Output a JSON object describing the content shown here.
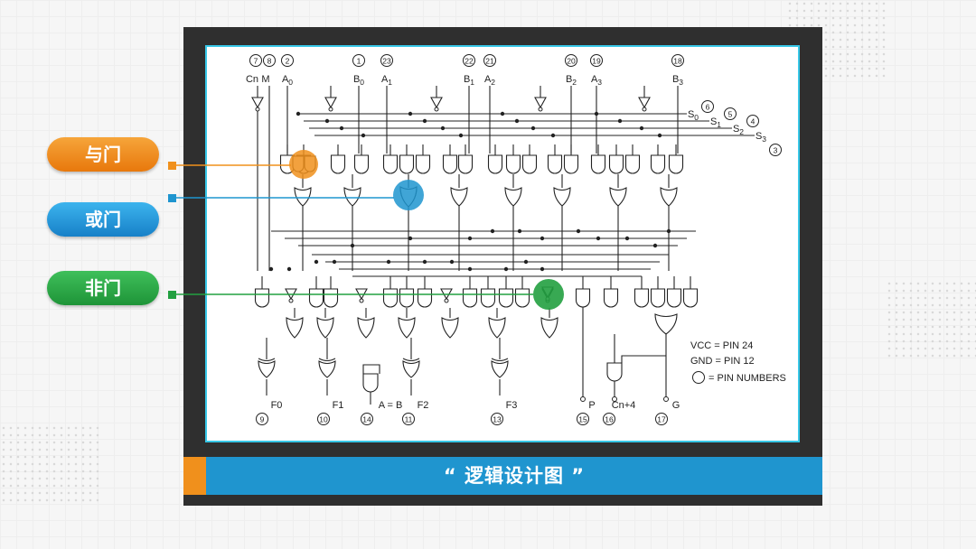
{
  "callouts": {
    "and_label": "与门",
    "or_label": "或门",
    "not_label": "非门"
  },
  "caption": "“ 逻辑设计图 ”",
  "colors": {
    "and": "#f0901c",
    "or": "#1f95cf",
    "not": "#22a040",
    "frame": "#2f2f2f",
    "panel_border": "#38c8e8"
  },
  "diagram": {
    "top_signals": [
      {
        "name": "Cn",
        "pin": "7"
      },
      {
        "name": "M",
        "pin": "8"
      },
      {
        "name": "A0",
        "pin": "2"
      },
      {
        "name": "B0",
        "pin": "1"
      },
      {
        "name": "A1",
        "pin": "23"
      },
      {
        "name": "B1",
        "pin": "22"
      },
      {
        "name": "A2",
        "pin": "21"
      },
      {
        "name": "B2",
        "pin": "20"
      },
      {
        "name": "A3",
        "pin": "19"
      },
      {
        "name": "B3",
        "pin": "18"
      }
    ],
    "select_lines": [
      {
        "name": "S0",
        "pin": "6"
      },
      {
        "name": "S1",
        "pin": "5"
      },
      {
        "name": "S2",
        "pin": "4"
      },
      {
        "name": "S3",
        "pin": "3"
      }
    ],
    "outputs": [
      {
        "name": "F0",
        "pin": "9"
      },
      {
        "name": "F1",
        "pin": "10"
      },
      {
        "name": "A = B",
        "pin": "14"
      },
      {
        "name": "F2",
        "pin": "11"
      },
      {
        "name": "F3",
        "pin": "13"
      },
      {
        "name": "P",
        "pin": "15"
      },
      {
        "name": "Cn+4",
        "pin": "16"
      },
      {
        "name": "G",
        "pin": "17"
      }
    ],
    "notes": {
      "vcc": "VCC = PIN 24",
      "gnd": "GND = PIN 12",
      "pin_numbers": "= PIN NUMBERS"
    }
  }
}
